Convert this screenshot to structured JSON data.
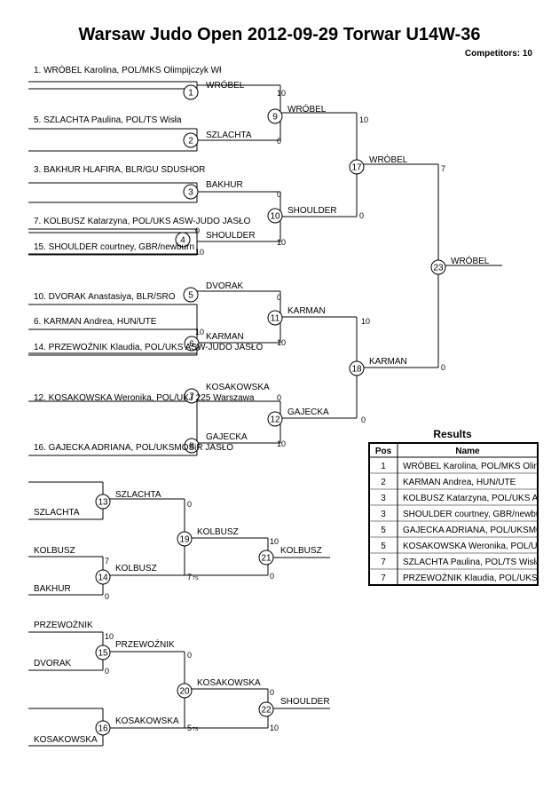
{
  "header": {
    "title": "Warsaw Judo Open  2012-09-29  Torwar   U14W-36",
    "competitors": "Competitors: 10"
  },
  "entries": [
    "1. WRÓBEL Karolina, POL/MKS Olimpijczyk Wł",
    "5. SZLACHTA Paulina, POL/TS Wisła",
    "3. BAKHUR HLAFIRA, BLR/GU SDUSHOR",
    "7. KOLBUSZ Katarzyna, POL/UKS ASW-JUDO JASŁO",
    "15. SHOULDER courtney, GBR/newburn",
    "10. DVORAK Anastasiya, BLR/SRO",
    "6. KARMAN Andrea, HUN/UTE",
    "14. PRZEWOŹNIK Klaudia, POL/UKS ASW-JUDO JASŁO",
    "12. KOSAKOWSKA Weronika, POL/UKJ 225 Warszawa",
    "16. GAJECKA ADRIANA, POL/UKSMOSiR JASŁO"
  ],
  "rep_entries": [
    "SZLACHTA",
    "KOLBUSZ",
    "BAKHUR",
    "PRZEWOŹNIK",
    "DVORAK",
    "KOSAKOWSKA"
  ],
  "matches": [
    {
      "id": "1",
      "winner": "WRÓBEL",
      "s1": "",
      "s2": ""
    },
    {
      "id": "2",
      "winner": "SZLACHTA",
      "s1": "",
      "s2": ""
    },
    {
      "id": "3",
      "winner": "BAKHUR",
      "s1": "",
      "s2": ""
    },
    {
      "id": "4",
      "winner": "SHOULDER",
      "s1": "0",
      "s2": "10"
    },
    {
      "id": "5",
      "winner": "DVORAK",
      "s1": "",
      "s2": ""
    },
    {
      "id": "6",
      "winner": "KARMAN",
      "s1": "10",
      "s2": "0"
    },
    {
      "id": "7",
      "winner": "KOSAKOWSKA",
      "s1": "",
      "s2": ""
    },
    {
      "id": "8",
      "winner": "GAJECKA",
      "s1": "",
      "s2": ""
    },
    {
      "id": "9",
      "winner": "WRÓBEL",
      "s1": "10",
      "s2": "0"
    },
    {
      "id": "10",
      "winner": "SHOULDER",
      "s1": "0",
      "s2": "10"
    },
    {
      "id": "11",
      "winner": "KARMAN",
      "s1": "0",
      "s2": "10"
    },
    {
      "id": "12",
      "winner": "GAJECKA",
      "s1": "0",
      "s2": "10"
    },
    {
      "id": "13",
      "winner": "SZLACHTA",
      "s1": "",
      "s2": ""
    },
    {
      "id": "14",
      "winner": "KOLBUSZ",
      "s1": "7",
      "s2": "0"
    },
    {
      "id": "15",
      "winner": "PRZEWOŹNIK",
      "s1": "10",
      "s2": "0"
    },
    {
      "id": "16",
      "winner": "KOSAKOWSKA",
      "s1": "",
      "s2": ""
    },
    {
      "id": "17",
      "winner": "WRÓBEL",
      "s1": "10",
      "s2": "0"
    },
    {
      "id": "18",
      "winner": "KARMAN",
      "s1": "10",
      "s2": "0"
    },
    {
      "id": "19",
      "winner": "KOLBUSZ",
      "s1": "0",
      "s2": "7"
    },
    {
      "id": "20",
      "winner": "KOSAKOWSKA",
      "s1": "0",
      "s2": "5"
    },
    {
      "id": "21",
      "winner": "KOLBUSZ",
      "s1": "10",
      "s2": "0"
    },
    {
      "id": "22",
      "winner": "SHOULDER",
      "s1": "0",
      "s2": "10"
    },
    {
      "id": "23",
      "winner": "WRÓBEL",
      "s1": "7",
      "s2": "0"
    }
  ],
  "small_marks": {
    "m19": "TS",
    "m20": "TS"
  },
  "results": {
    "title": "Results",
    "col_pos": "Pos",
    "col_name": "Name",
    "rows": [
      {
        "pos": "1",
        "name": "WRÓBEL Karolina, POL/MKS Olimpijczyk"
      },
      {
        "pos": "2",
        "name": "KARMAN Andrea, HUN/UTE"
      },
      {
        "pos": "3",
        "name": "KOLBUSZ Katarzyna, POL/UKS ASW"
      },
      {
        "pos": "3",
        "name": "SHOULDER courtney, GBR/newburn"
      },
      {
        "pos": "5",
        "name": "GAJECKA ADRIANA, POL/UKSMOSiR"
      },
      {
        "pos": "5",
        "name": "KOSAKOWSKA Weronika, POL/UKJ"
      },
      {
        "pos": "7",
        "name": "SZLACHTA Paulina, POL/TS Wisła"
      },
      {
        "pos": "7",
        "name": "PRZEWOŹNIK Klaudia, POL/UKS ASW"
      }
    ]
  }
}
